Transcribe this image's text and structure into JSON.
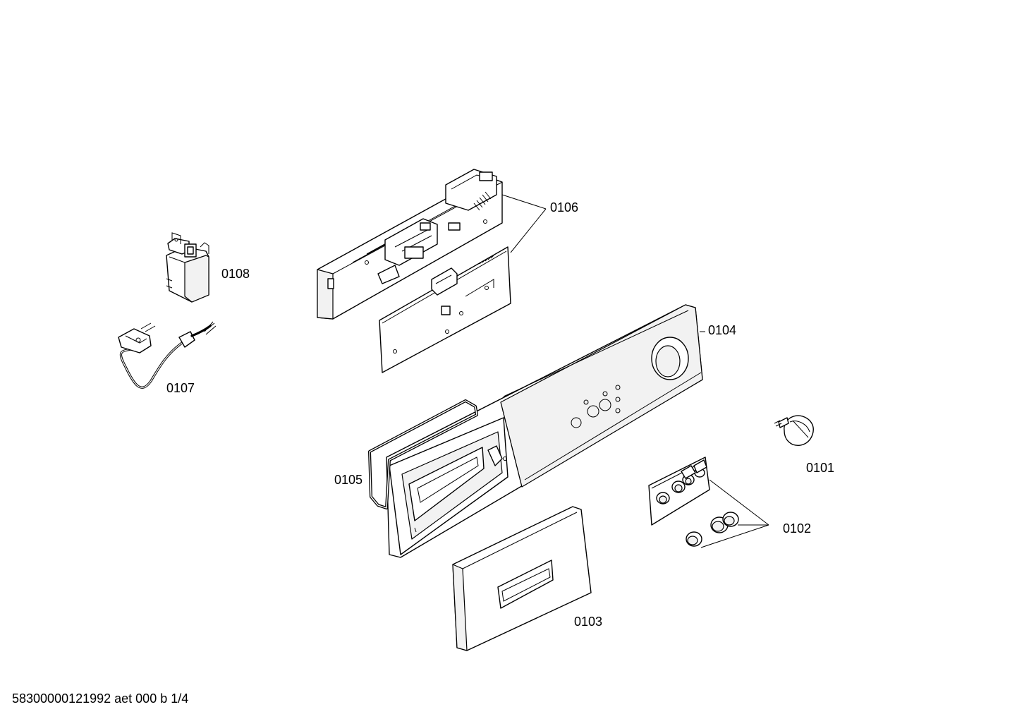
{
  "labels": {
    "p0101": "0101",
    "p0102": "0102",
    "p0103": "0103",
    "p0104": "0104",
    "p0105": "0105",
    "p0106": "0106",
    "p0107": "0107",
    "p0108": "0108"
  },
  "footer": "58300000121992 aet 000 b 1/4"
}
